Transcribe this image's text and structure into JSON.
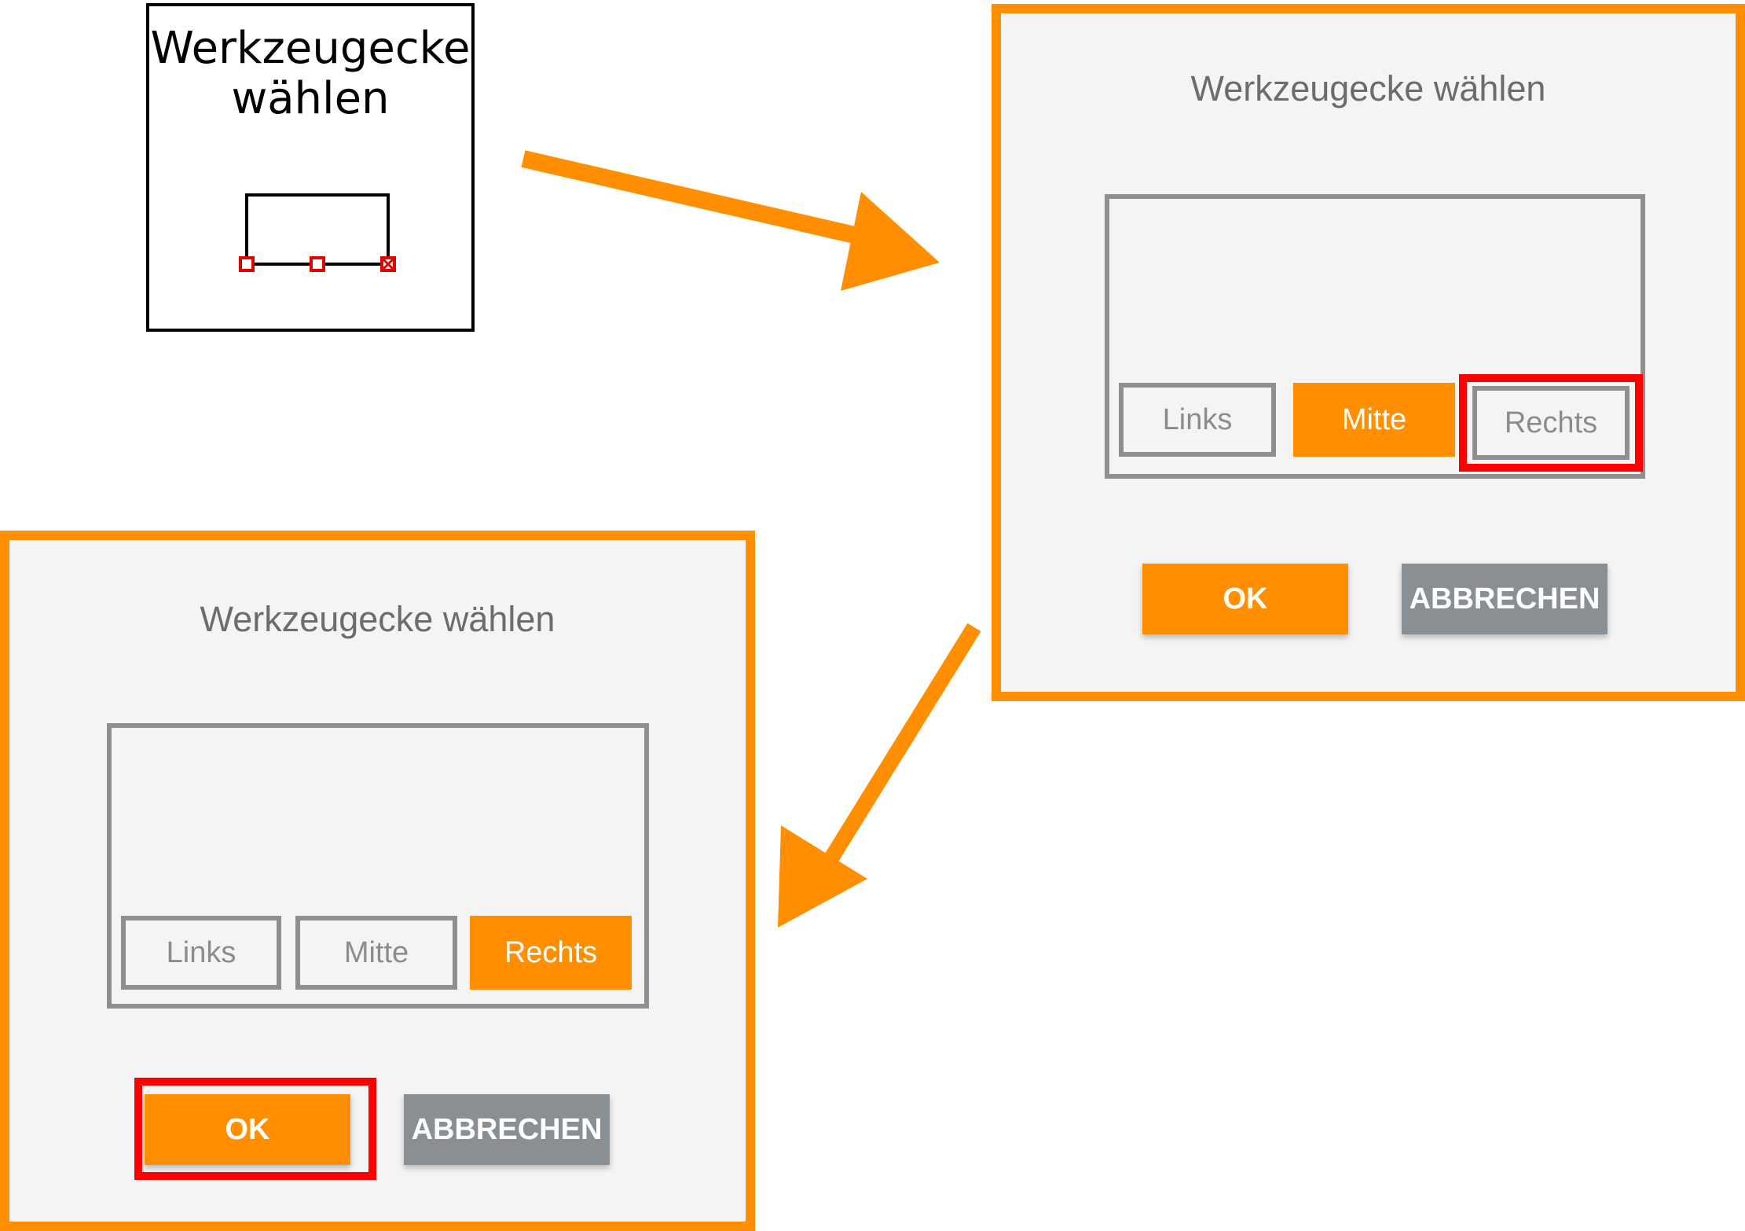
{
  "colors": {
    "accent": "#ff8f00",
    "highlight": "#ff0000",
    "frame": "#8f8f8f",
    "dialog_bg": "#f4f4f4",
    "cancel_bg": "#8a8f94"
  },
  "tool_button": {
    "label": "Werkzeugecke wählen",
    "icon": "tool-corner-icon"
  },
  "dialog_step1": {
    "title": "Werkzeugecke wählen",
    "options": [
      {
        "label": "Links",
        "selected": false
      },
      {
        "label": "Mitte",
        "selected": true
      },
      {
        "label": "Rechts",
        "selected": false,
        "highlighted": true
      }
    ],
    "ok_label": "OK",
    "cancel_label": "ABBRECHEN"
  },
  "dialog_step2": {
    "title": "Werkzeugecke wählen",
    "options": [
      {
        "label": "Links",
        "selected": false
      },
      {
        "label": "Mitte",
        "selected": false
      },
      {
        "label": "Rechts",
        "selected": true
      }
    ],
    "ok_label": "OK",
    "ok_highlighted": true,
    "cancel_label": "ABBRECHEN"
  }
}
